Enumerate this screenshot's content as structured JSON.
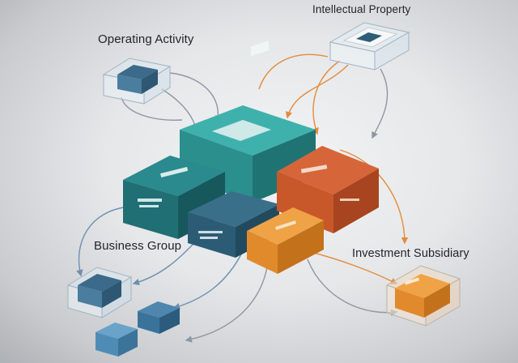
{
  "labels": {
    "operating_activity": "Operating Activity",
    "intellectual_property": "Intellectual Property",
    "business_group": "Business Group",
    "investment_subsidiary": "Investment Subsidiary"
  },
  "colors": {
    "teal_dark": "#1d6f73",
    "teal": "#2f9c9b",
    "blue_slate": "#2c5c75",
    "orange": "#e08a2c",
    "rust": "#c8582a",
    "arrow_orange": "#e38b3a",
    "arrow_blue": "#6f8fb0",
    "arrow_gray": "#8d96a3"
  }
}
